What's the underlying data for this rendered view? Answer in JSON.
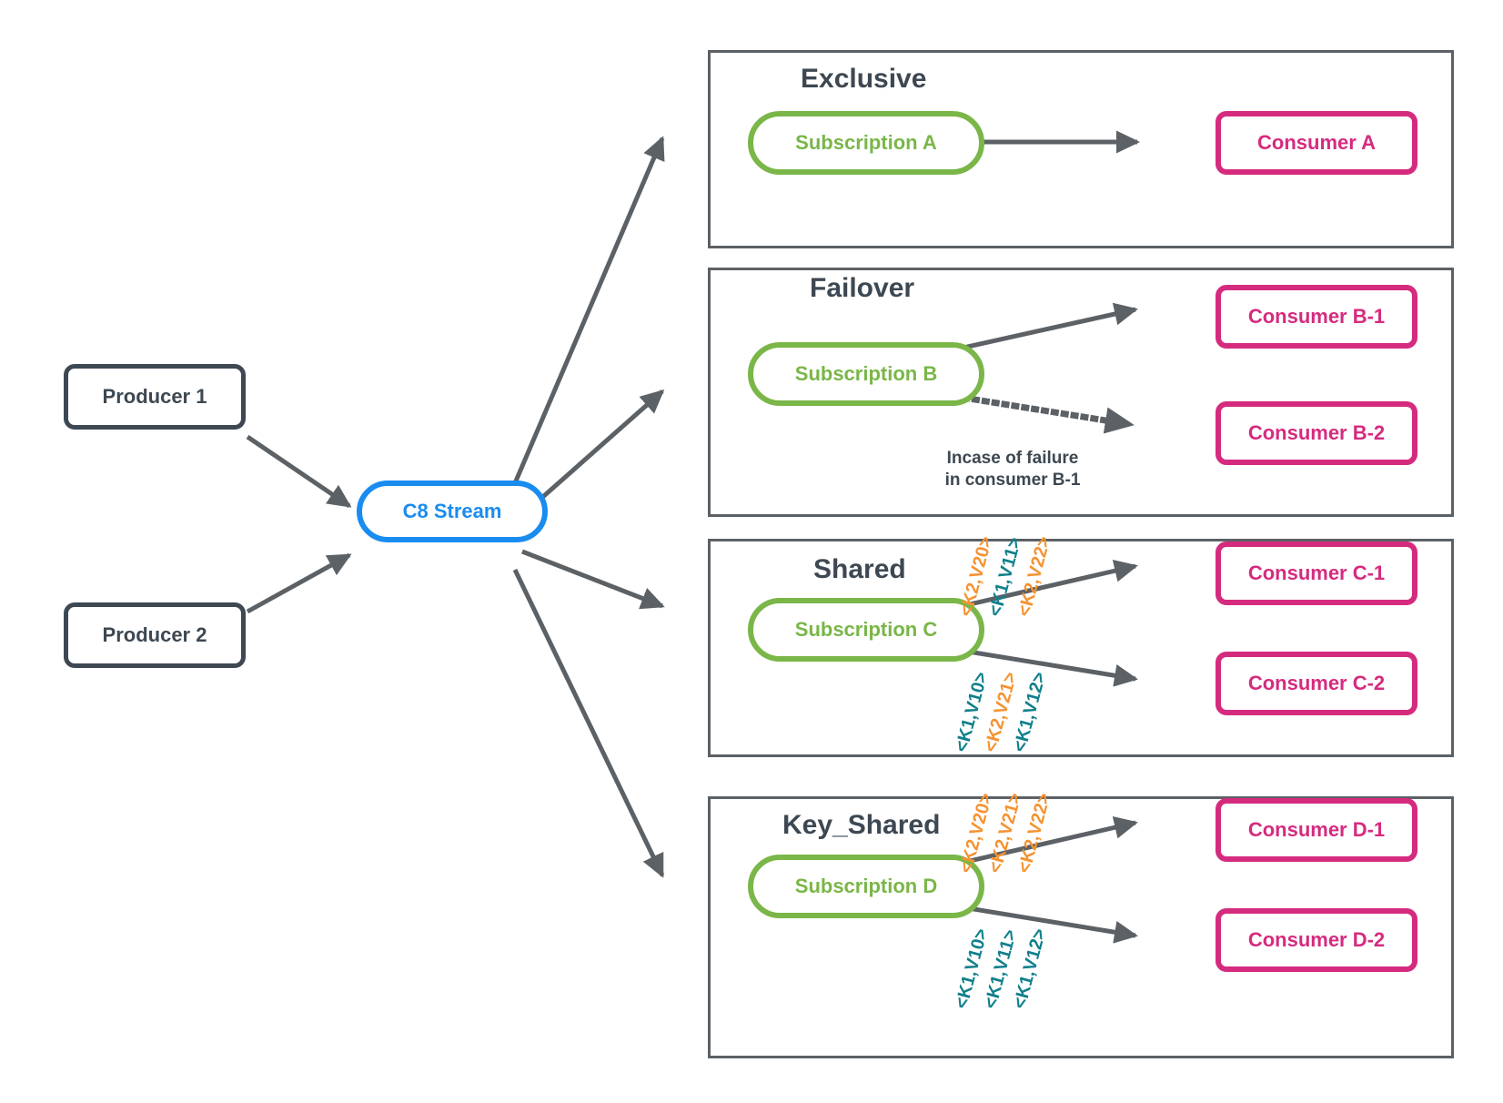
{
  "diagram": {
    "title_hidden": "",
    "colors": {
      "producer_border": "#3d4852",
      "stream_border": "#1a8cf0",
      "subscription_border": "#7ab648",
      "consumer_border": "#d52b7f",
      "panel_border": "#5c6166",
      "arrow": "#5c6166",
      "key_orange": "#f59331",
      "key_teal": "#10808c"
    },
    "producers": [
      {
        "label": "Producer 1"
      },
      {
        "label": "Producer 2"
      }
    ],
    "stream": {
      "label": "C8 Stream"
    },
    "panels": [
      {
        "title": "Exclusive",
        "subscription": "Subscription A",
        "consumers": [
          "Consumer A"
        ],
        "note": "",
        "keys_top": [],
        "keys_bottom": []
      },
      {
        "title": "Failover",
        "subscription": "Subscription B",
        "consumers": [
          "Consumer B-1",
          "Consumer B-2"
        ],
        "note": "Incase of failure\nin consumer B-1",
        "keys_top": [],
        "keys_bottom": []
      },
      {
        "title": "Shared",
        "subscription": "Subscription C",
        "consumers": [
          "Consumer C-1",
          "Consumer C-2"
        ],
        "note": "",
        "keys_top": [
          {
            "text": "<K2,V20>",
            "color": "orange"
          },
          {
            "text": "<K1,V11>",
            "color": "teal"
          },
          {
            "text": "<K2,V22>",
            "color": "orange"
          }
        ],
        "keys_bottom": [
          {
            "text": "<K1,V10>",
            "color": "teal"
          },
          {
            "text": "<K2,V21>",
            "color": "orange"
          },
          {
            "text": "<K1,V12>",
            "color": "teal"
          }
        ]
      },
      {
        "title": "Key_Shared",
        "subscription": "Subscription D",
        "consumers": [
          "Consumer D-1",
          "Consumer D-2"
        ],
        "note": "",
        "keys_top": [
          {
            "text": "<K2,V20>",
            "color": "orange"
          },
          {
            "text": "<K2,V21>",
            "color": "orange"
          },
          {
            "text": "<K2,V22>",
            "color": "orange"
          }
        ],
        "keys_bottom": [
          {
            "text": "<K1,V10>",
            "color": "teal"
          },
          {
            "text": "<K1,V11>",
            "color": "teal"
          },
          {
            "text": "<K1,V12>",
            "color": "teal"
          }
        ]
      }
    ]
  }
}
